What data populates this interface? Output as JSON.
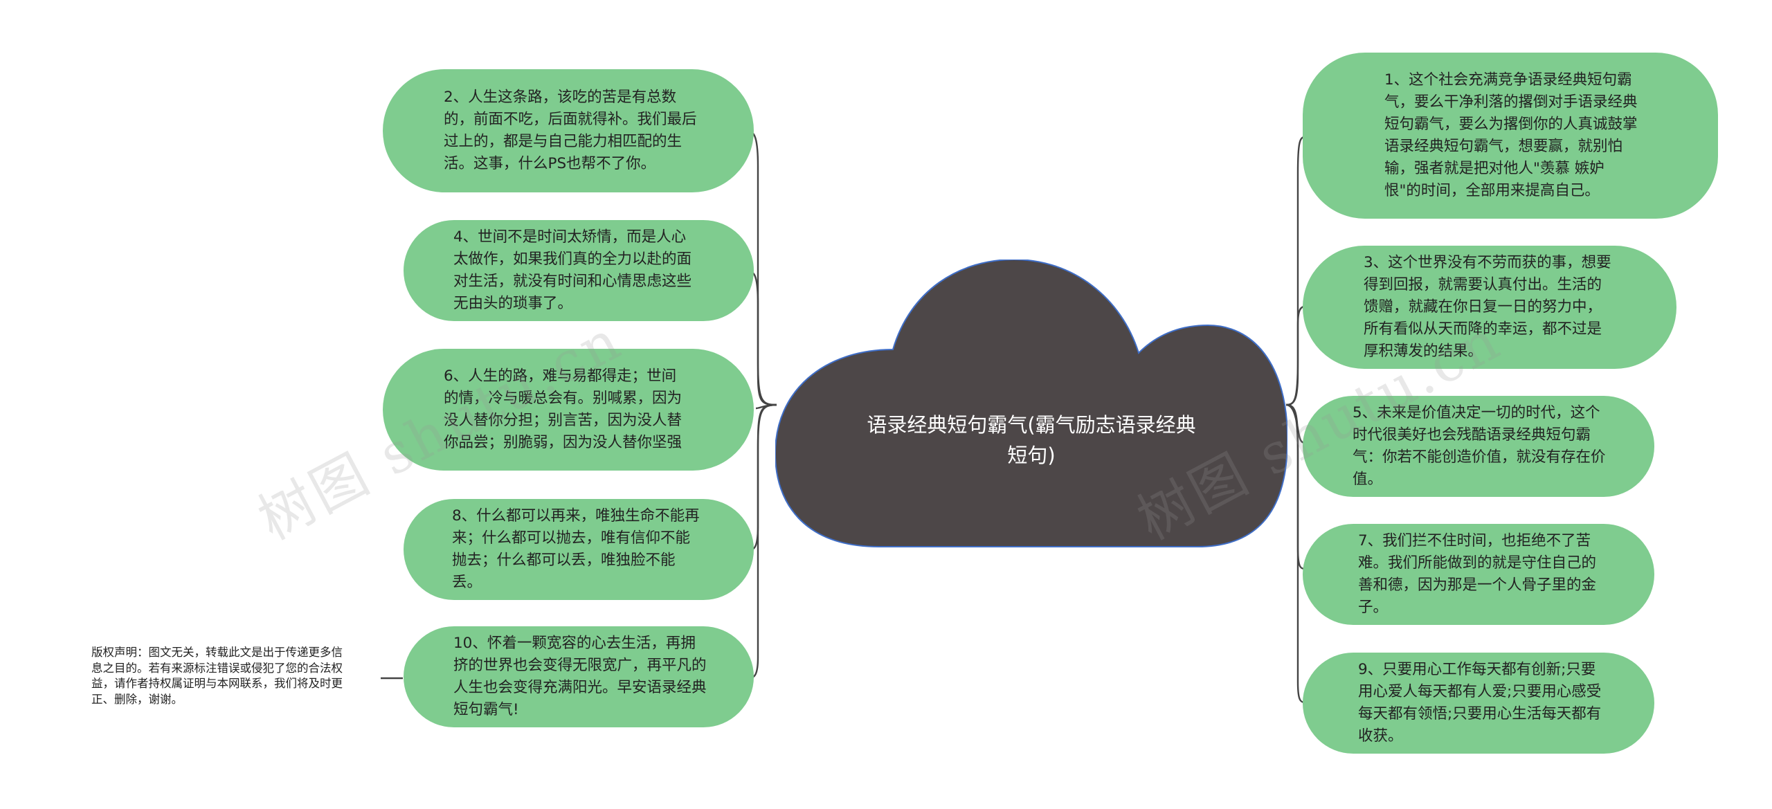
{
  "center_title": "语录经典短句霸气(霸气励志语录经典短句)",
  "left_nodes": [
    "2、人生这条路，该吃的苦是有总数的，前面不吃，后面就得补。我们最后过上的，都是与自己能力相匹配的生活。这事，什么PS也帮不了你。",
    "4、世间不是时间太矫情，而是人心太做作，如果我们真的全力以赴的面对生活，就没有时间和心情思虑这些无由头的琐事了。",
    "6、人生的路，难与易都得走；世间的情，冷与暖总会有。别喊累，因为没人替你分担；别言苦，因为没人替你品尝；别脆弱，因为没人替你坚强",
    "8、什么都可以再来，唯独生命不能再来；什么都可以抛去，唯有信仰不能抛去；什么都可以丢，唯独脸不能丢。",
    "10、怀着一颗宽容的心去生活，再拥挤的世界也会变得无限宽广，再平凡的人生也会变得充满阳光。早安语录经典短句霸气!"
  ],
  "right_nodes": [
    "1、这个社会充满竞争语录经典短句霸气，要么干净利落的撂倒对手语录经典短句霸气，要么为撂倒你的人真诚鼓掌语录经典短句霸气，想要赢，就别怕输，强者就是把对他人\"羡慕 嫉妒 恨\"的时间，全部用来提高自己。",
    "3、这个世界没有不劳而获的事，想要得到回报，就需要认真付出。生活的馈赠，就藏在你日复一日的努力中，所有看似从天而降的幸运，都不过是厚积薄发的结果。",
    "5、未来是价值决定一切的时代，这个时代很美好也会残酷语录经典短句霸气：你若不能创造价值，就没有存在价值。",
    "7、我们拦不住时间，也拒绝不了苦难。我们所能做到的就是守住自己的善和德，因为那是一个人骨子里的金子。",
    "9、只要用心工作每天都有创新;只要用心爱人每天都有人爱;只要用心感受每天都有领悟;只要用心生活每天都有收获。"
  ],
  "copyright_note": "版权声明：图文无关，转载此文是出于传递更多信息之目的。若有来源标注错误或侵犯了您的合法权益，请作者持权属证明与本网联系，我们将及时更正、删除，谢谢。",
  "watermark": "树图 shutu.cn",
  "colors": {
    "node_fill": "#7fcc8f",
    "cloud_fill": "#4d4748",
    "cloud_stroke": "#3f6ec7",
    "connector": "#444444"
  }
}
